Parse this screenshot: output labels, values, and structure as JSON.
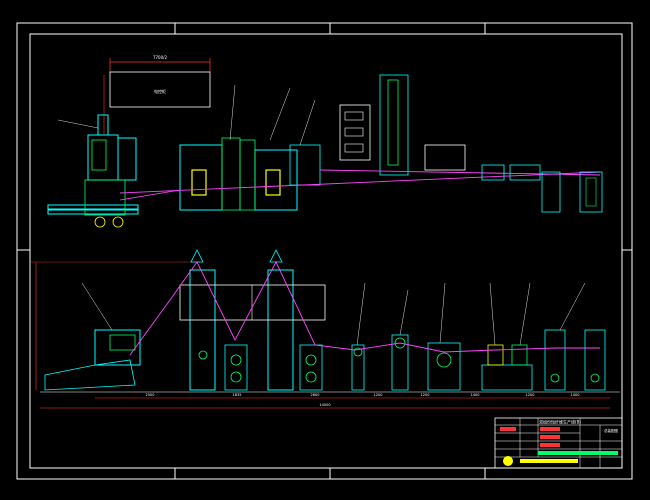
{
  "colors": {
    "background": "#000000",
    "frame": "#ffffff",
    "machine_cyan": "#00ffff",
    "machine_green": "#00ff66",
    "machine_yellow": "#ffff00",
    "fiber_magenta": "#ff44ff",
    "dimension_red": "#ff3333",
    "leader_white": "#dddddd"
  },
  "top_view": {
    "box_label": "电控柜",
    "top_width_dim": "7700/2"
  },
  "front_view": {
    "dims": [
      "2500",
      "1835",
      "2600",
      "1200",
      "1200",
      "1400",
      "1200",
      "1400"
    ],
    "total_dim": "14000"
  },
  "title_block": {
    "header": "双组份短纤维生产线(B)",
    "label_right": "总装配图"
  }
}
